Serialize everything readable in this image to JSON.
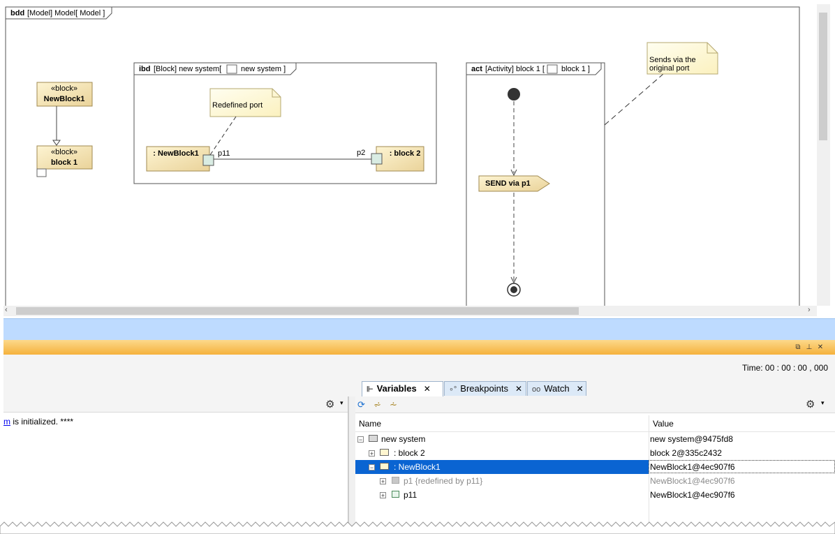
{
  "bdd_frame": {
    "kind": "bdd",
    "title": "[Model] Model[ Model ]"
  },
  "bdd_blocks": [
    {
      "stereotype": "«block»",
      "name": "NewBlock1"
    },
    {
      "stereotype": "«block»",
      "name": "block 1"
    }
  ],
  "ibd_frame": {
    "kind": "ibd",
    "title_prefix": "[Block] new system[",
    "title_name": "new system ]"
  },
  "ibd_note": "Redefined port",
  "ibd_parts": [
    {
      "name": ": NewBlock1",
      "port": "p11"
    },
    {
      "name": ": block 2",
      "port": "p2"
    }
  ],
  "act_frame": {
    "kind": "act",
    "title_prefix": "[Activity] block 1 [",
    "title_name": "block 1 ]"
  },
  "act_send": "SEND via p1",
  "outer_note": {
    "line1": "Sends via the",
    "line2": "original port"
  },
  "time_label": "Time: 00 : 00 : 00 , 000",
  "tabs": [
    {
      "label": "Variables",
      "icon": "variables-icon",
      "close": "✕"
    },
    {
      "label": "Breakpoints",
      "icon": "breakpoints-icon",
      "close": "✕"
    },
    {
      "label": "Watch",
      "icon": "watch-icon",
      "close": "✕"
    }
  ],
  "console": {
    "link": "m",
    "text": " is initialized. ****"
  },
  "table": {
    "headers": [
      "Name",
      "Value"
    ],
    "rows": [
      {
        "name": "new system",
        "value": "new system@9475fd8",
        "expander": "⊟"
      },
      {
        "name": ": block 2",
        "value": "block 2@335c2432",
        "expander": "⊞"
      },
      {
        "name": ": NewBlock1",
        "value": "NewBlock1@4ec907f6",
        "expander": "⊟"
      },
      {
        "name": "p1 {redefined by p11}",
        "value": "NewBlock1@4ec907f6",
        "expander": "⊞"
      },
      {
        "name": "p11",
        "value": "NewBlock1@4ec907f6",
        "expander": "⊞"
      }
    ]
  },
  "colors": {
    "accent_selected": "#0a64d2",
    "orange_bar": "#f5b13c",
    "blue_band": "#bedbff",
    "note_fill": "#fffbd6",
    "block_fill": "#f3e3b0"
  }
}
